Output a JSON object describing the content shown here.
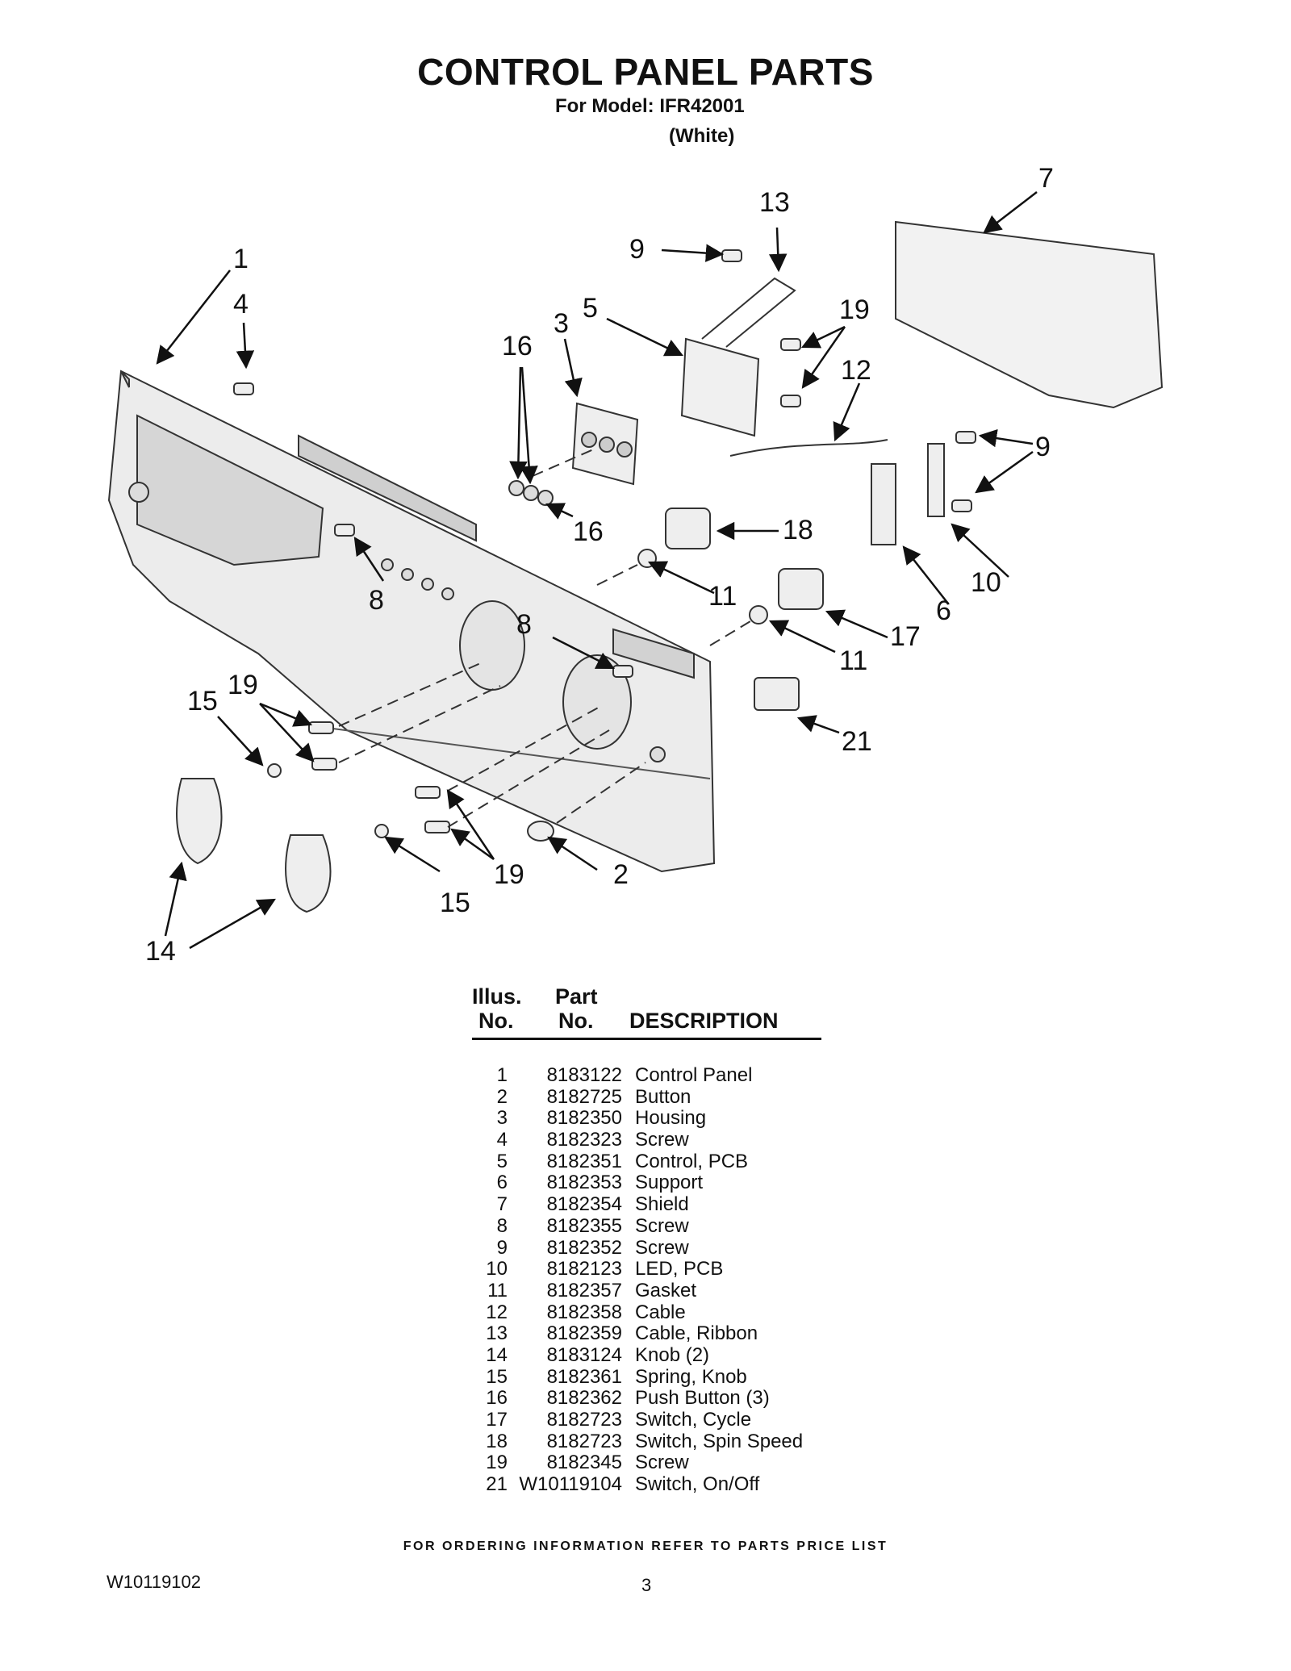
{
  "header": {
    "title": "CONTROL PANEL PARTS",
    "model_line": "For Model: IFR42001",
    "color_line": "(White)"
  },
  "callouts": [
    "1",
    "4",
    "9",
    "13",
    "7",
    "3",
    "5",
    "16",
    "19",
    "12",
    "9",
    "16",
    "18",
    "10",
    "6",
    "8",
    "11",
    "17",
    "11",
    "8",
    "19",
    "15",
    "21",
    "2",
    "19",
    "15",
    "14"
  ],
  "table": {
    "headers": {
      "illus_line1": "Illus.",
      "illus_line2": "No.",
      "part_line1": "Part",
      "part_line2": "No.",
      "description": "DESCRIPTION"
    },
    "rows": [
      {
        "illus": "1",
        "part": "8183122",
        "description": "Control Panel"
      },
      {
        "illus": "2",
        "part": "8182725",
        "description": "Button"
      },
      {
        "illus": "3",
        "part": "8182350",
        "description": "Housing"
      },
      {
        "illus": "4",
        "part": "8182323",
        "description": "Screw"
      },
      {
        "illus": "5",
        "part": "8182351",
        "description": "Control, PCB"
      },
      {
        "illus": "6",
        "part": "8182353",
        "description": "Support"
      },
      {
        "illus": "7",
        "part": "8182354",
        "description": "Shield"
      },
      {
        "illus": "8",
        "part": "8182355",
        "description": "Screw"
      },
      {
        "illus": "9",
        "part": "8182352",
        "description": "Screw"
      },
      {
        "illus": "10",
        "part": "8182123",
        "description": "LED, PCB"
      },
      {
        "illus": "11",
        "part": "8182357",
        "description": "Gasket"
      },
      {
        "illus": "12",
        "part": "8182358",
        "description": "Cable"
      },
      {
        "illus": "13",
        "part": "8182359",
        "description": "Cable, Ribbon"
      },
      {
        "illus": "14",
        "part": "8183124",
        "description": "Knob (2)"
      },
      {
        "illus": "15",
        "part": "8182361",
        "description": "Spring, Knob"
      },
      {
        "illus": "16",
        "part": "8182362",
        "description": "Push Button (3)"
      },
      {
        "illus": "17",
        "part": "8182723",
        "description": "Switch, Cycle"
      },
      {
        "illus": "18",
        "part": "8182723",
        "description": "Switch, Spin Speed"
      },
      {
        "illus": "19",
        "part": "8182345",
        "description": "Screw"
      },
      {
        "illus": "21",
        "part": "W10119104",
        "description": "Switch, On/Off"
      }
    ]
  },
  "footer": {
    "ordering_note": "FOR ORDERING INFORMATION REFER TO PARTS PRICE LIST",
    "doc_number": "W10119102",
    "page_number": "3"
  }
}
